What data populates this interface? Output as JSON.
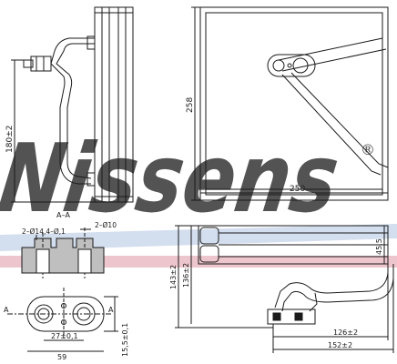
{
  "watermark": {
    "brand": "Nissens",
    "registered": "®"
  },
  "front_view": {
    "dim_height": "258",
    "dim_width": "250"
  },
  "side_view": {
    "dim_height": "180±2"
  },
  "section_view": {
    "label": "A–A",
    "port_left": "2–Ø14,4–Ø,1",
    "port_right": "2–Ø10"
  },
  "end_view": {
    "dim_offset": "27±0,1",
    "dim_width": "59",
    "dim_height": "15,5±0,1",
    "section_mark_left": "A",
    "section_mark_right": "A"
  },
  "bottom_view": {
    "dim_overall_height": "143±2",
    "dim_core_height": "136±2",
    "dim_thickness": "45,5",
    "dim_pipe_length": "126±2",
    "dim_overall_length": "152±2"
  },
  "colors": {
    "line": "#1a1a1a",
    "watermark_blue": "#b7c8e3",
    "watermark_red": "#e8b4bd",
    "section_fill": "#bfbfbf"
  }
}
